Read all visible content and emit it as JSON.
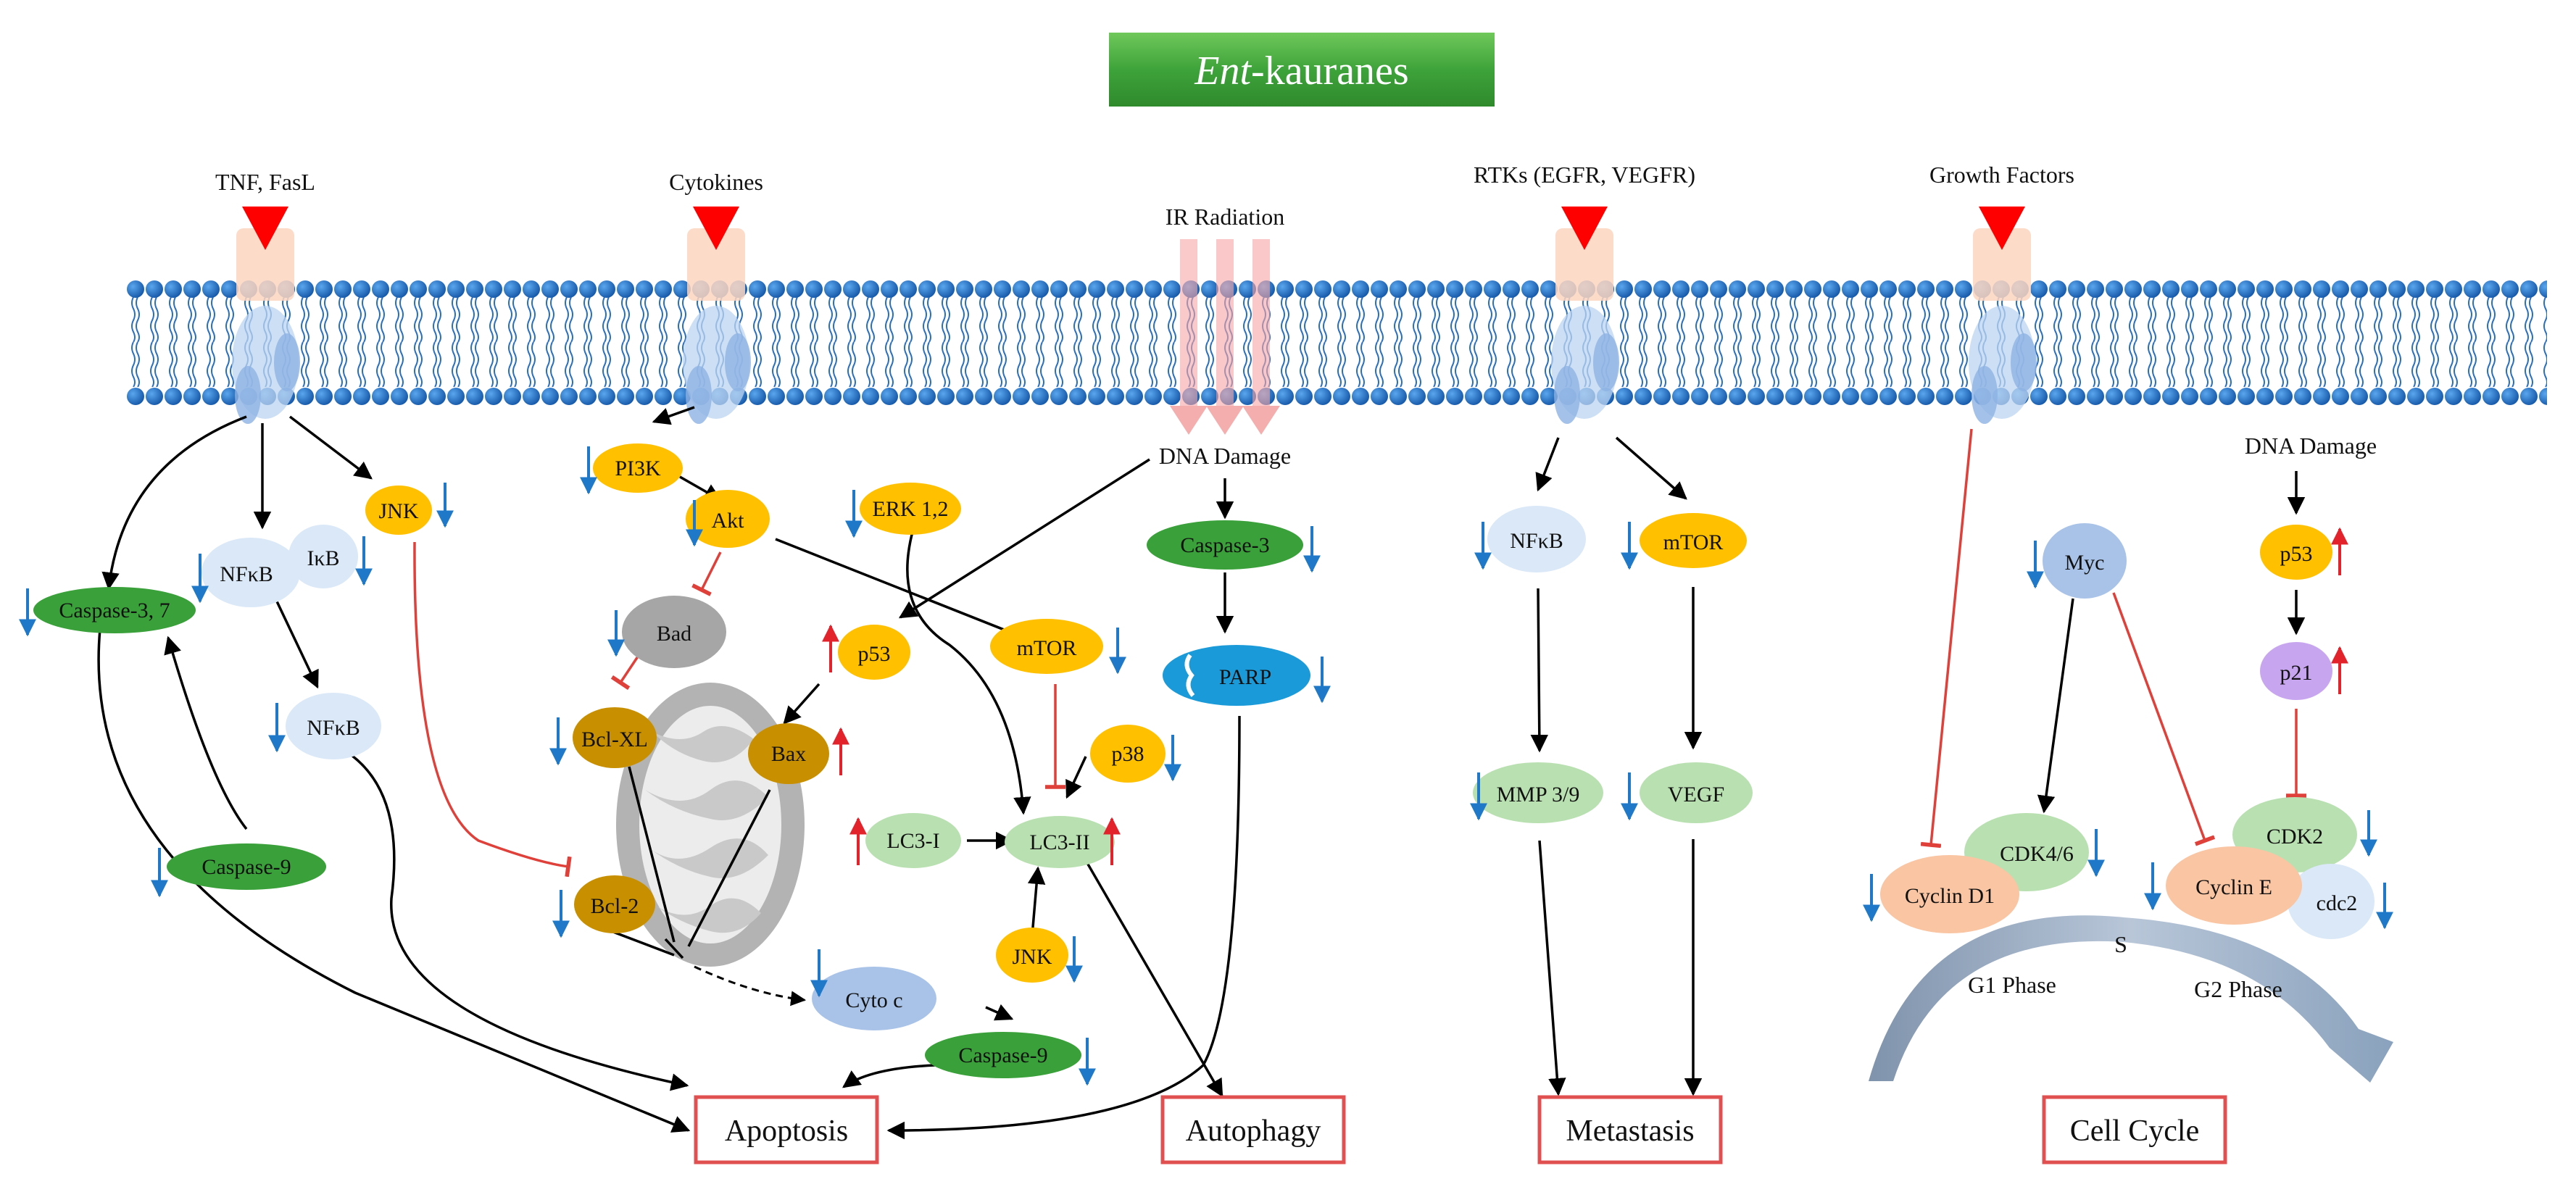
{
  "title": {
    "prefix": "Ent",
    "suffix": "-kauranes"
  },
  "stimuli": {
    "tnf": "TNF, FasL",
    "cytokines": "Cytokines",
    "ir": "IR Radiation",
    "rtks": "RTKs (EGFR, VEGFR)",
    "growth": "Growth Factors"
  },
  "nodes": {
    "jnk": "JNK",
    "nfkb1": "NFκB",
    "ikb": "IκB",
    "casp37": "Caspase-3, 7",
    "nfkb2": "NFκB",
    "casp9a": "Caspase-9",
    "pi3k": "PI3K",
    "akt": "Akt",
    "erk": "ERK 1,2",
    "bad": "Bad",
    "bclxl": "Bcl-XL",
    "bcl2": "Bcl-2",
    "bax": "Bax",
    "p53a": "p53",
    "mtor1": "mTOR",
    "p38": "p38",
    "lc3i": "LC3-I",
    "lc3ii": "LC3-II",
    "jnk2": "JNK",
    "cytoc": "Cyto c",
    "casp9b": "Caspase-9",
    "dnadmg1": "DNA Damage",
    "casp3": "Caspase-3",
    "parp": "PARP",
    "nfkb3": "NFκB",
    "mtor2": "mTOR",
    "mmp": "MMP 3/9",
    "vegf": "VEGF",
    "myc": "Myc",
    "dnadmg2": "DNA Damage",
    "p53b": "p53",
    "p21": "p21",
    "cdk46": "CDK4/6",
    "cyclind1": "Cyclin D1",
    "cdk2": "CDK2",
    "cycline": "Cyclin E",
    "cdc2": "cdc2",
    "s": "S",
    "g1": "G1 Phase",
    "g2": "G2 Phase"
  },
  "outcomes": {
    "apoptosis": "Apoptosis",
    "autophagy": "Autophagy",
    "metastasis": "Metastasis",
    "cellcycle": "Cell Cycle"
  },
  "colors": {
    "title_green": "#3ea33a",
    "yellow": "#ffc000",
    "green": "#3aa13a",
    "lightgreen": "#b9e0b1",
    "lightblue": "#dae8f7",
    "brown": "#c89000",
    "gray": "#a6a6a6",
    "periwinkle": "#a9c3e8",
    "purple": "#c8a5ef",
    "salmon": "#f9c5a3",
    "membrane_blue": "#1f6fc4",
    "receptor_red": "#ff0000",
    "down_arrow": "#1f78c8",
    "up_arrow": "#e3232c",
    "inhibition_red": "#e0403a",
    "outcome_border": "#e05050"
  }
}
